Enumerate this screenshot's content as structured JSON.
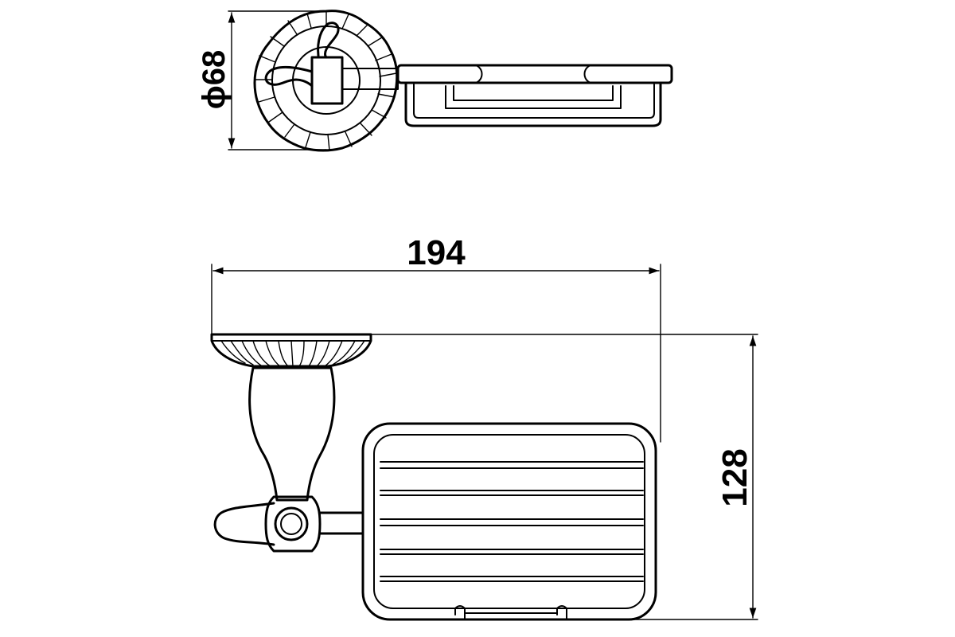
{
  "dimensions": {
    "diameter_label": "ϕ68",
    "width_label": "194",
    "height_label": "128"
  }
}
